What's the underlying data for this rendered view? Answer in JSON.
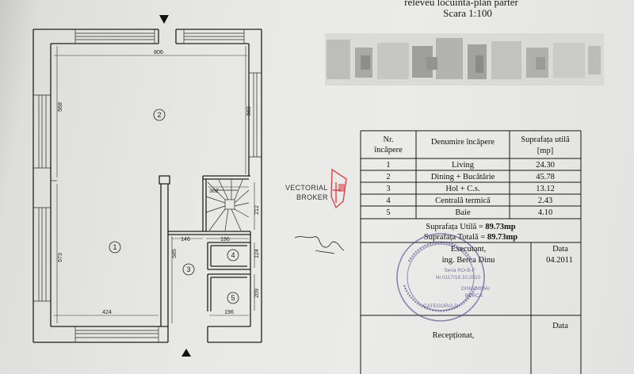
{
  "header": {
    "title": "releveu locuinta-plan parter",
    "scale": "Scara 1:100"
  },
  "plan": {
    "dimensions": {
      "overall_width": "806",
      "left_upper_length": "568",
      "right_upper_length": "569",
      "left_lower_length": "573",
      "hall_length": "585",
      "living_bottom_width": "424",
      "hall_width": "146",
      "stair_width": "196",
      "stair_length": "362",
      "stair_depth": "212",
      "room4_length": "124",
      "room5_length": "209",
      "room5_width": "196"
    },
    "room_numbers": [
      "1",
      "2",
      "3",
      "4",
      "5"
    ]
  },
  "watermark": {
    "line1": "VECTORIAL",
    "line2": "BROKER"
  },
  "table": {
    "header": {
      "nr_line1": "Nr.",
      "nr_line2": "încăpere",
      "name": "Denumire încăpere",
      "area_line1": "Suprafața utilă",
      "area_line2": "[mp]"
    },
    "rows": [
      {
        "nr": "1",
        "name": "Living",
        "area": "24.30"
      },
      {
        "nr": "2",
        "name": "Dining + Bucătărie",
        "area": "45.78"
      },
      {
        "nr": "3",
        "name": "Hol + C.s.",
        "area": "13.12"
      },
      {
        "nr": "4",
        "name": "Centrală termică",
        "area": "2.43"
      },
      {
        "nr": "5",
        "name": "Baie",
        "area": "4.10"
      }
    ],
    "useful_area": {
      "label": "Suprafața Utilă = ",
      "value": "89.73mp"
    },
    "total_area": {
      "label": "Suprafața Totală = ",
      "value": "89.73mp"
    },
    "executant": {
      "label": "Executant,",
      "name": "ing. Berca Dinu",
      "date_label": "Data",
      "date": "04.2011"
    },
    "reception": {
      "label": "Recepționat,",
      "date_label": "Data"
    }
  },
  "stamp": {
    "series": "Seria RO-B-F",
    "number": "Nr.0117/18.10.2010",
    "name_line1": "DINU-MIHAI",
    "name_line2": "BERCA",
    "category": "CATEGORIA D"
  },
  "colors": {
    "ink": "#1a1a1a",
    "stamp": "#4b3f86",
    "watermark_red": "#d42a2a",
    "paper": "#e8e8e6"
  }
}
